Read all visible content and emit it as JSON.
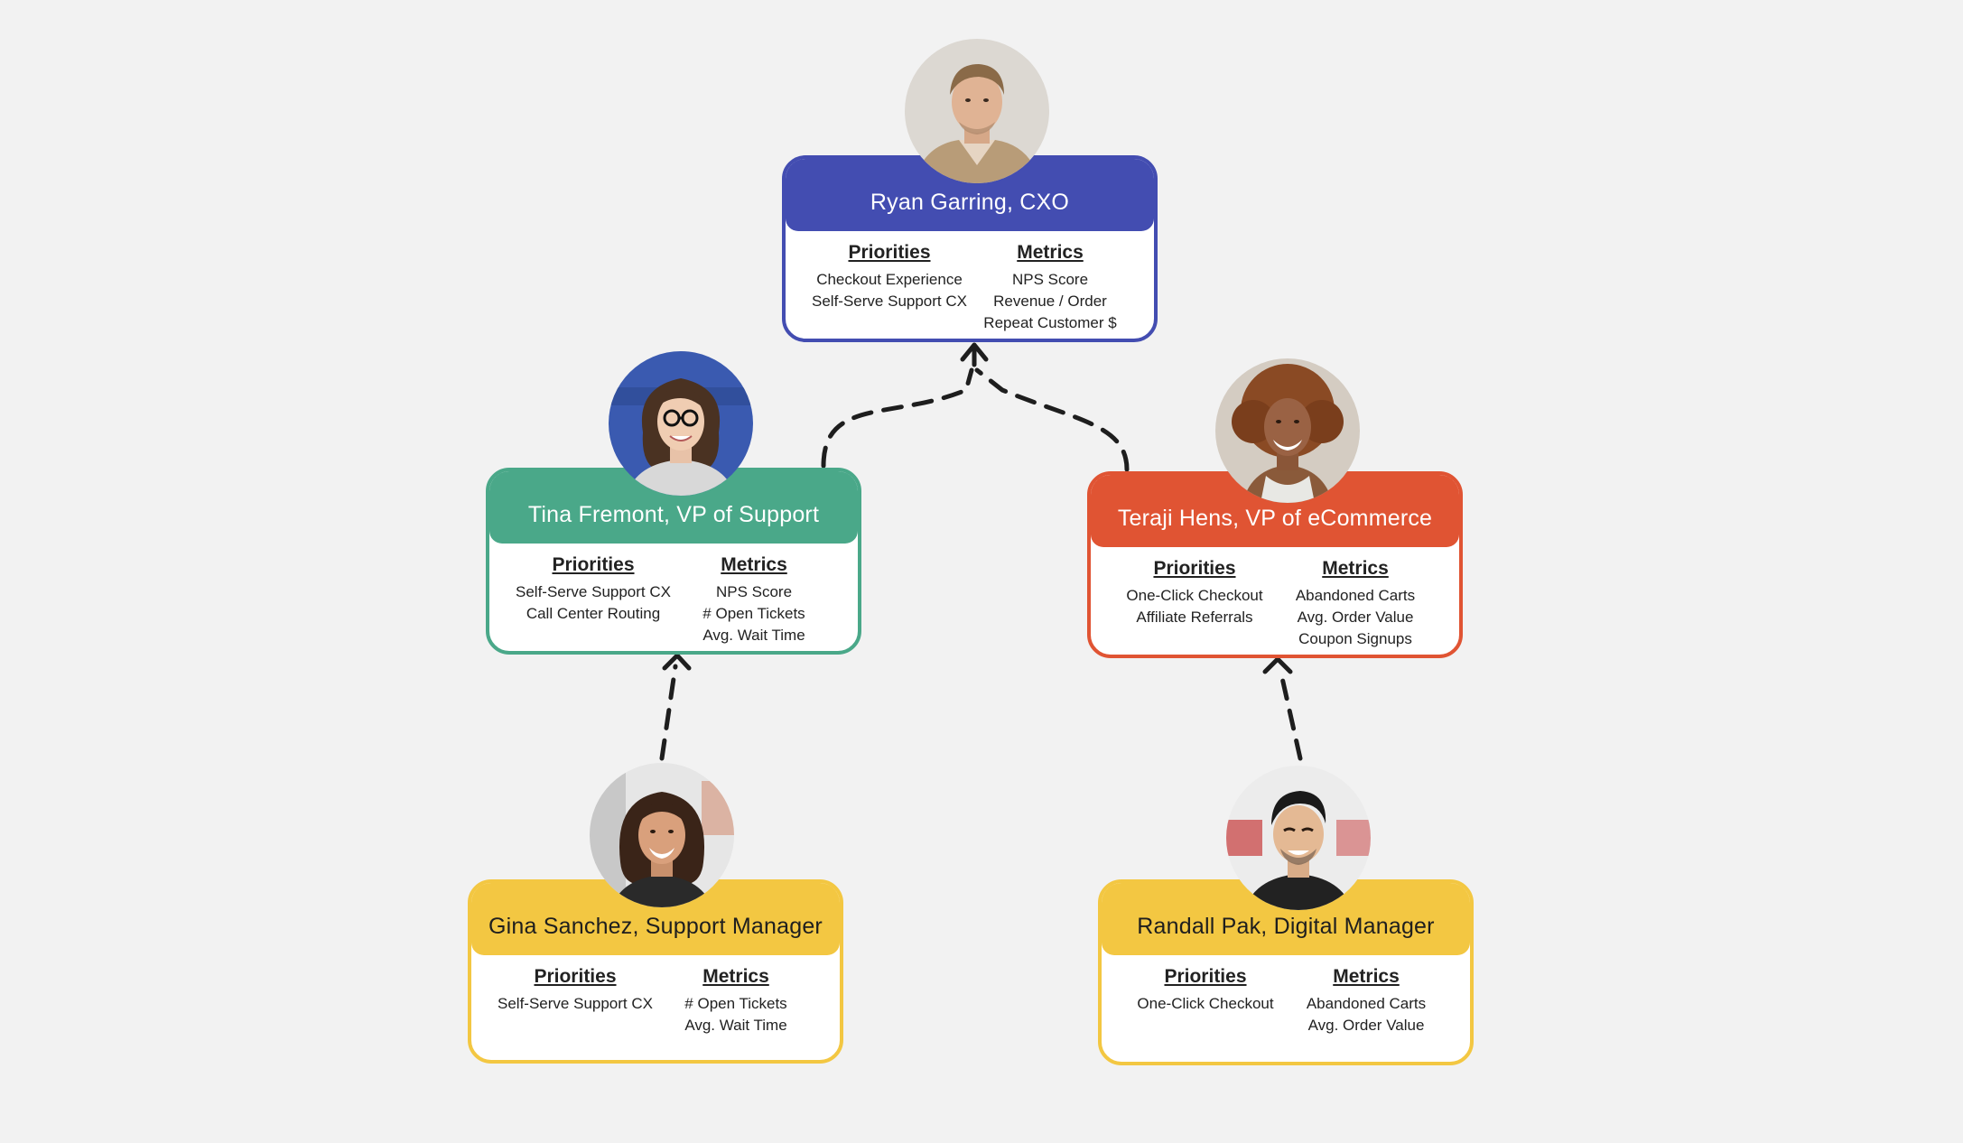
{
  "people": {
    "ryan": {
      "name": "Ryan Garring, CXO",
      "priorities_title": "Priorities",
      "metrics_title": "Metrics",
      "priorities": [
        "Checkout Experience",
        "Self-Serve Support CX"
      ],
      "metrics": [
        "NPS Score",
        "Revenue / Order",
        "Repeat Customer $"
      ],
      "color": "#434db1"
    },
    "tina": {
      "name": "Tina Fremont, VP of Support",
      "priorities_title": "Priorities",
      "metrics_title": "Metrics",
      "priorities": [
        "Self-Serve Support CX",
        "Call Center Routing"
      ],
      "metrics": [
        "NPS Score",
        "# Open Tickets",
        "Avg. Wait Time"
      ],
      "color": "#4aa889"
    },
    "teraji": {
      "name": "Teraji Hens, VP of eCommerce",
      "priorities_title": "Priorities",
      "metrics_title": "Metrics",
      "priorities": [
        "One-Click Checkout",
        "Affiliate Referrals"
      ],
      "metrics": [
        "Abandoned Carts",
        "Avg. Order Value",
        "Coupon Signups"
      ],
      "color": "#e05433"
    },
    "gina": {
      "name": "Gina Sanchez, Support Manager",
      "priorities_title": "Priorities",
      "metrics_title": "Metrics",
      "priorities": [
        "Self-Serve Support CX"
      ],
      "metrics": [
        "# Open Tickets",
        "Avg. Wait Time"
      ],
      "color": "#f3c742"
    },
    "randall": {
      "name": "Randall Pak, Digital Manager",
      "priorities_title": "Priorities",
      "metrics_title": "Metrics",
      "priorities": [
        "One-Click Checkout"
      ],
      "metrics": [
        "Abandoned Carts",
        "Avg. Order Value"
      ],
      "color": "#f3c742"
    }
  }
}
